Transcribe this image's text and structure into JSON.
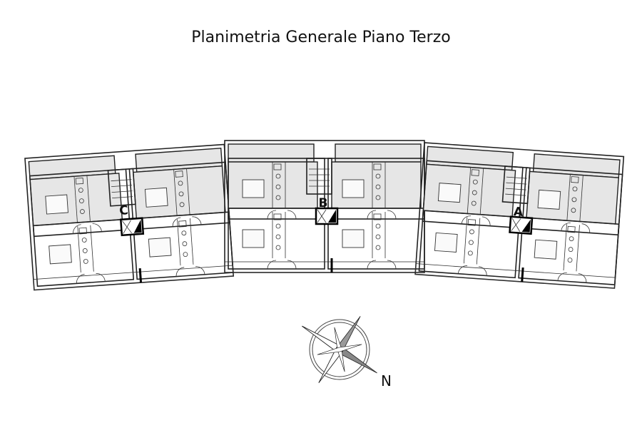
{
  "title": "Planimetria Generale Piano Terzo",
  "stairwells": [
    {
      "label": "C"
    },
    {
      "label": "B"
    },
    {
      "label": "A"
    }
  ],
  "compass": {
    "north_label": "N",
    "icon": "compass-rose-icon"
  }
}
